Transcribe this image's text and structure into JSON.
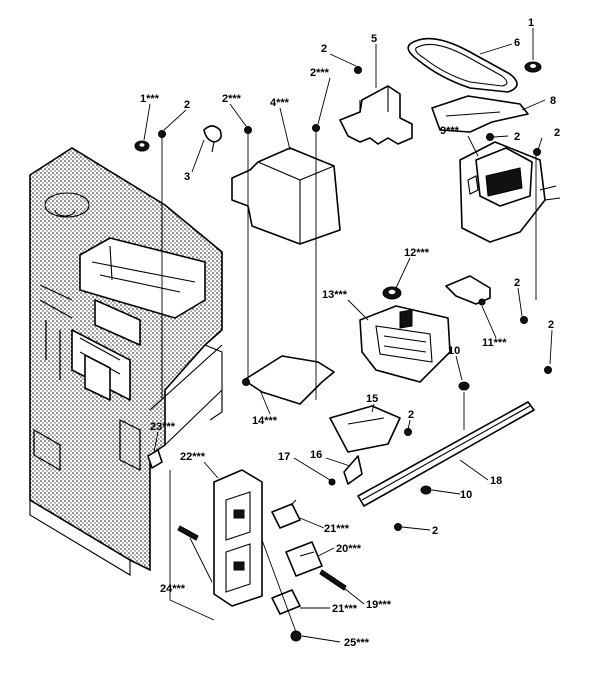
{
  "callouts": [
    {
      "id": "c1",
      "text": "1"
    },
    {
      "id": "c2",
      "text": "6"
    },
    {
      "id": "c3",
      "text": "5"
    },
    {
      "id": "c4",
      "text": "2"
    },
    {
      "id": "c5",
      "text": "2***"
    },
    {
      "id": "c6",
      "text": "8"
    },
    {
      "id": "c7",
      "text": "1***"
    },
    {
      "id": "c8",
      "text": "2"
    },
    {
      "id": "c9",
      "text": "2***"
    },
    {
      "id": "c10",
      "text": "4***"
    },
    {
      "id": "c11",
      "text": "9***"
    },
    {
      "id": "c12",
      "text": "2"
    },
    {
      "id": "c13",
      "text": "2"
    },
    {
      "id": "c14",
      "text": "3"
    },
    {
      "id": "c15",
      "text": "12***"
    },
    {
      "id": "c16",
      "text": "13***"
    },
    {
      "id": "c17",
      "text": "2"
    },
    {
      "id": "c18",
      "text": "11***"
    },
    {
      "id": "c19",
      "text": "2"
    },
    {
      "id": "c20",
      "text": "10"
    },
    {
      "id": "c21",
      "text": "14***"
    },
    {
      "id": "c22",
      "text": "15"
    },
    {
      "id": "c23",
      "text": "2"
    },
    {
      "id": "c24",
      "text": "23***"
    },
    {
      "id": "c25",
      "text": "22***"
    },
    {
      "id": "c26",
      "text": "17"
    },
    {
      "id": "c27",
      "text": "16"
    },
    {
      "id": "c28",
      "text": "18"
    },
    {
      "id": "c29",
      "text": "10"
    },
    {
      "id": "c30",
      "text": "2"
    },
    {
      "id": "c31",
      "text": "21***"
    },
    {
      "id": "c32",
      "text": "20***"
    },
    {
      "id": "c33",
      "text": "24***"
    },
    {
      "id": "c34",
      "text": "19***"
    },
    {
      "id": "c35",
      "text": "21***"
    },
    {
      "id": "c36",
      "text": "25***"
    }
  ]
}
